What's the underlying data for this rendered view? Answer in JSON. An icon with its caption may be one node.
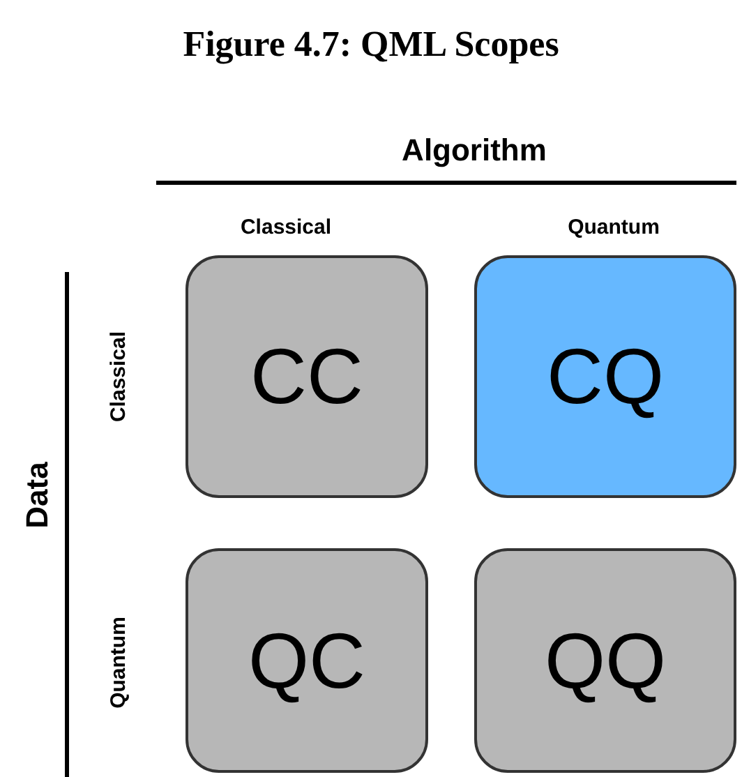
{
  "diagram": {
    "title": "Figure 4.7: QML Scopes",
    "nodes": [
      {
        "text": [
          "CC"
        ]
      },
      {
        "text": [
          "CQ"
        ]
      },
      {
        "text": [
          "QC"
        ]
      },
      {
        "text": [
          "QQ"
        ]
      }
    ],
    "labels": [
      "Algorithm",
      "Classical",
      "Quantum",
      "Data",
      "Classical",
      "Quantum"
    ]
  }
}
